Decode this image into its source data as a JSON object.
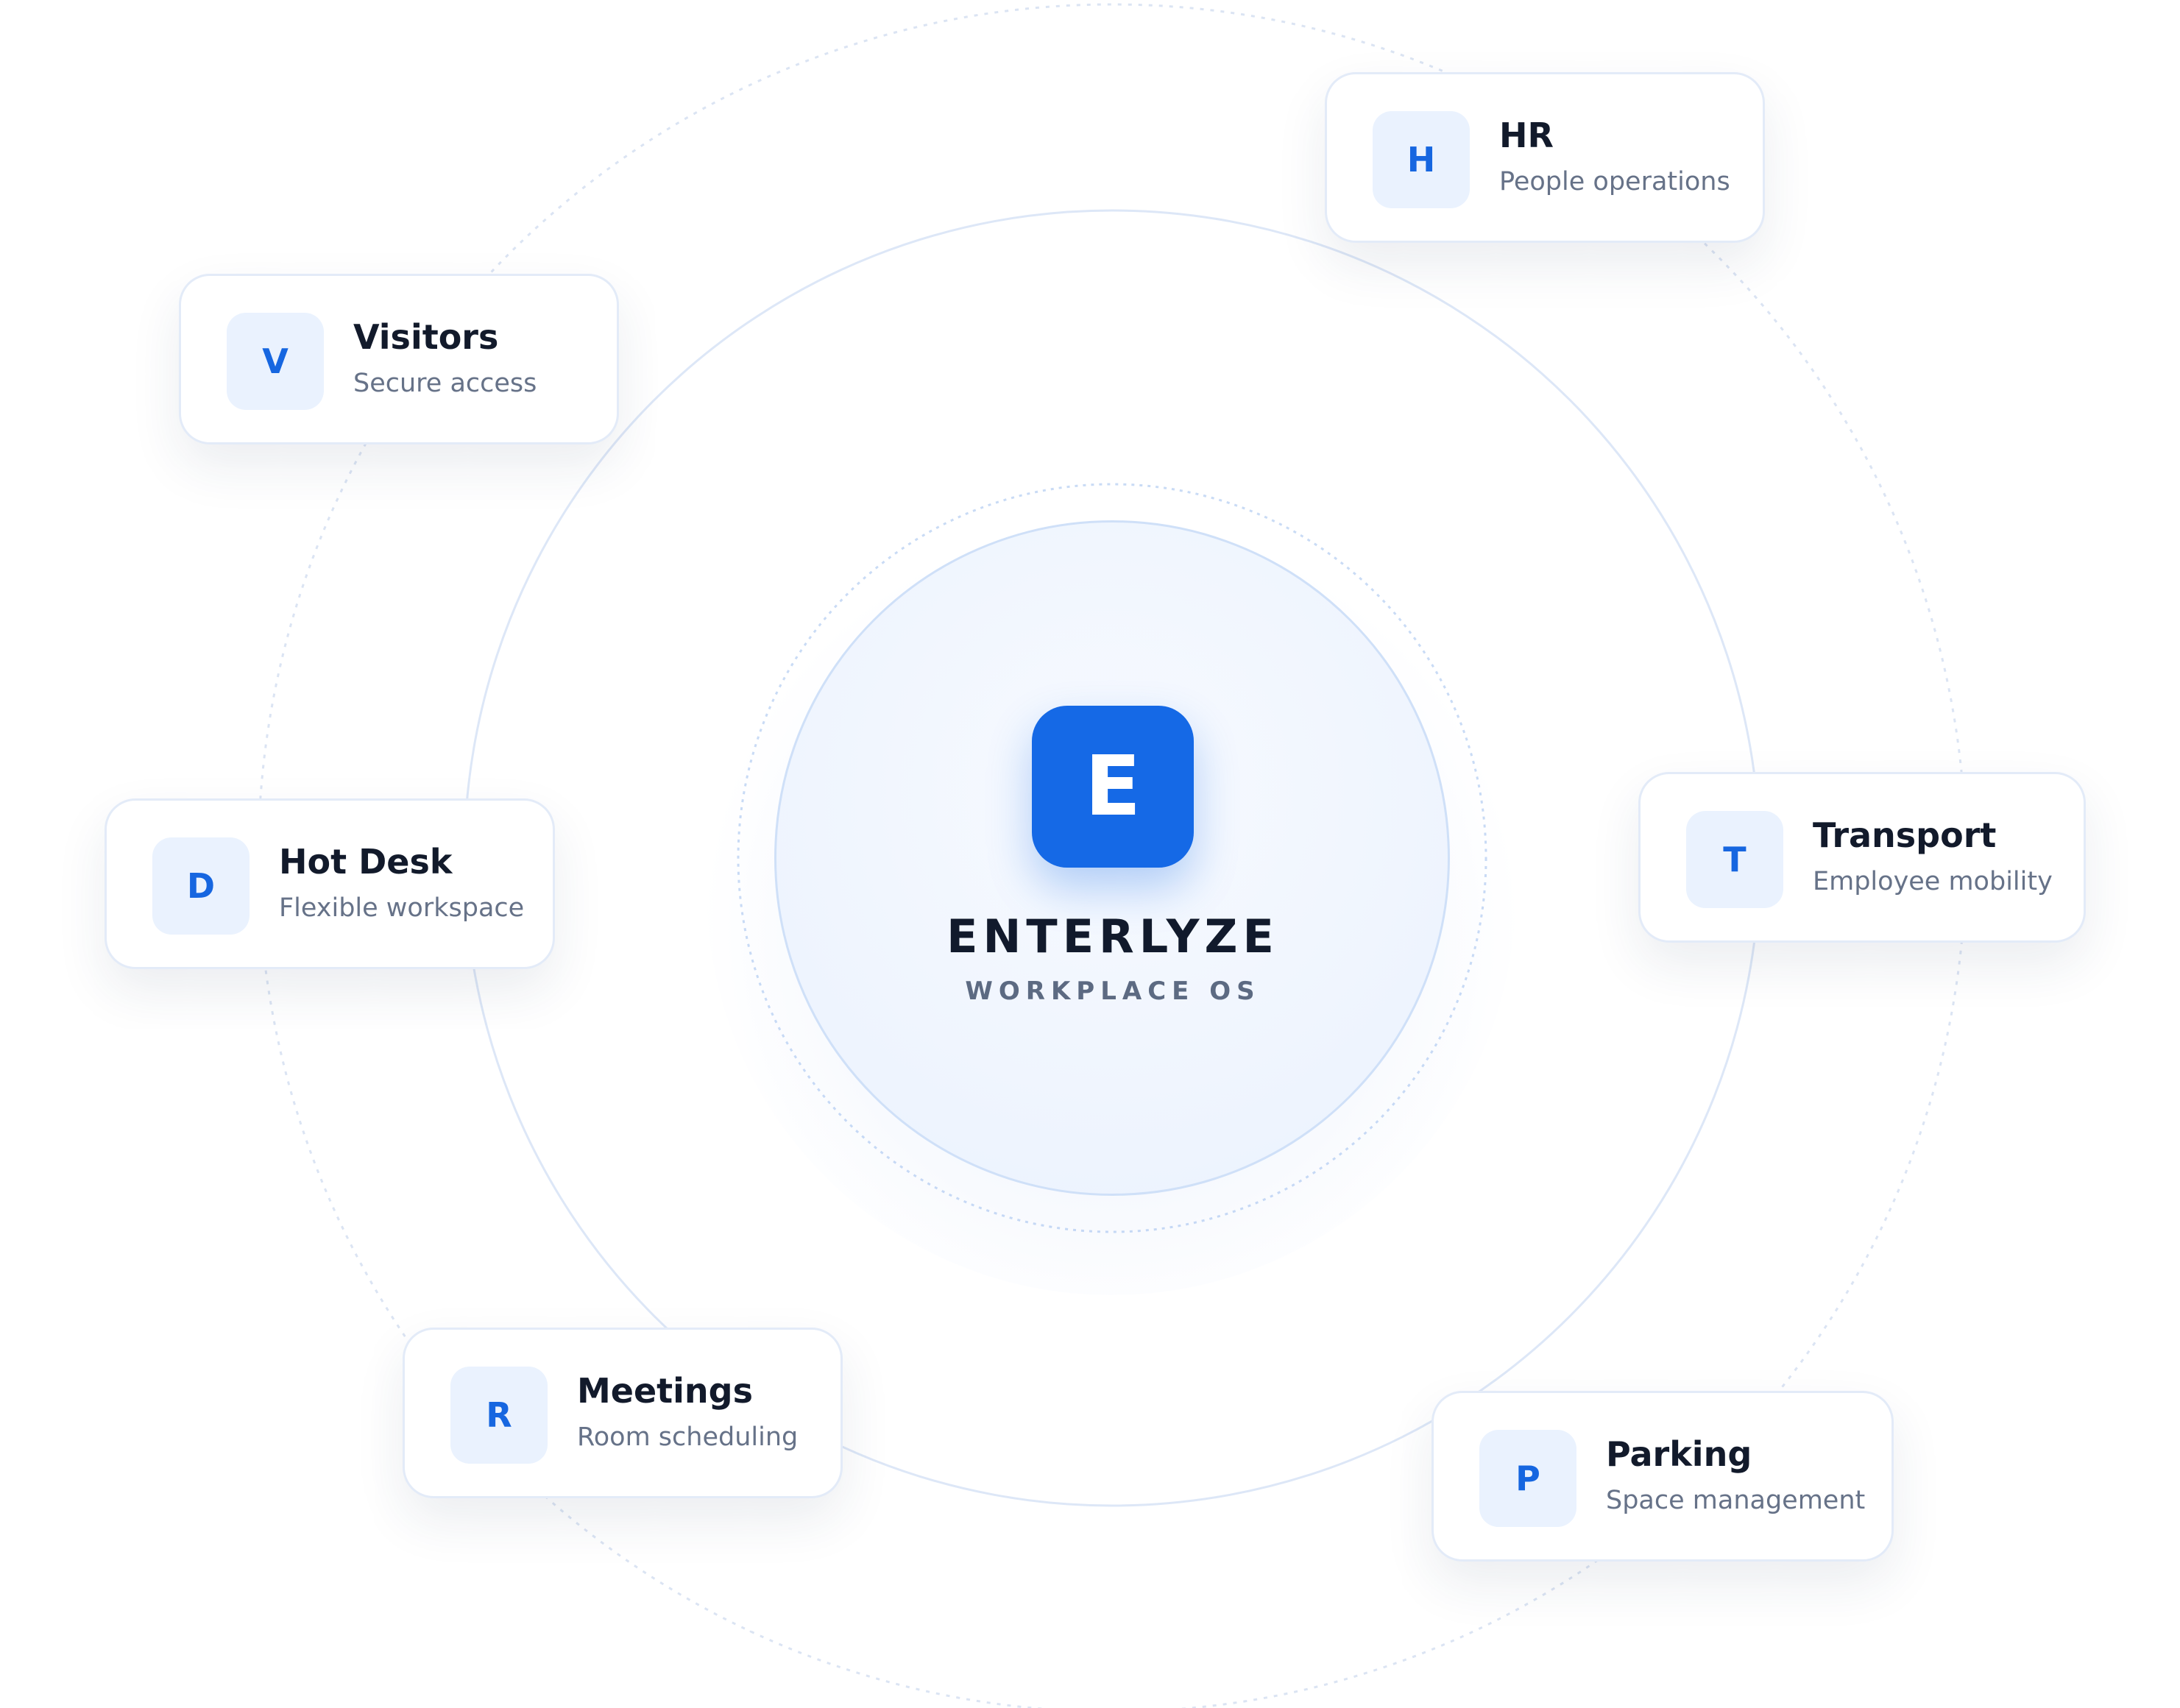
{
  "hub": {
    "logo_letter": "E",
    "name": "ENTERLYZE",
    "tagline": "WORKPLACE OS"
  },
  "modules": [
    {
      "id": "hr",
      "badge": "H",
      "title": "HR",
      "description": "People operations"
    },
    {
      "id": "visitors",
      "badge": "V",
      "title": "Visitors",
      "description": "Secure access"
    },
    {
      "id": "transport",
      "badge": "T",
      "title": "Transport",
      "description": "Employee mobility"
    },
    {
      "id": "hot-desk",
      "badge": "D",
      "title": "Hot Desk",
      "description": "Flexible workspace"
    },
    {
      "id": "meetings",
      "badge": "R",
      "title": "Meetings",
      "description": "Room scheduling"
    },
    {
      "id": "parking",
      "badge": "P",
      "title": "Parking",
      "description": "Space management"
    }
  ],
  "colors": {
    "accent": "#1569e6",
    "badge_bg": "#eaf2fe",
    "ring": "#dbe6f6",
    "title_text": "#121a2b",
    "muted_text": "#667288"
  }
}
